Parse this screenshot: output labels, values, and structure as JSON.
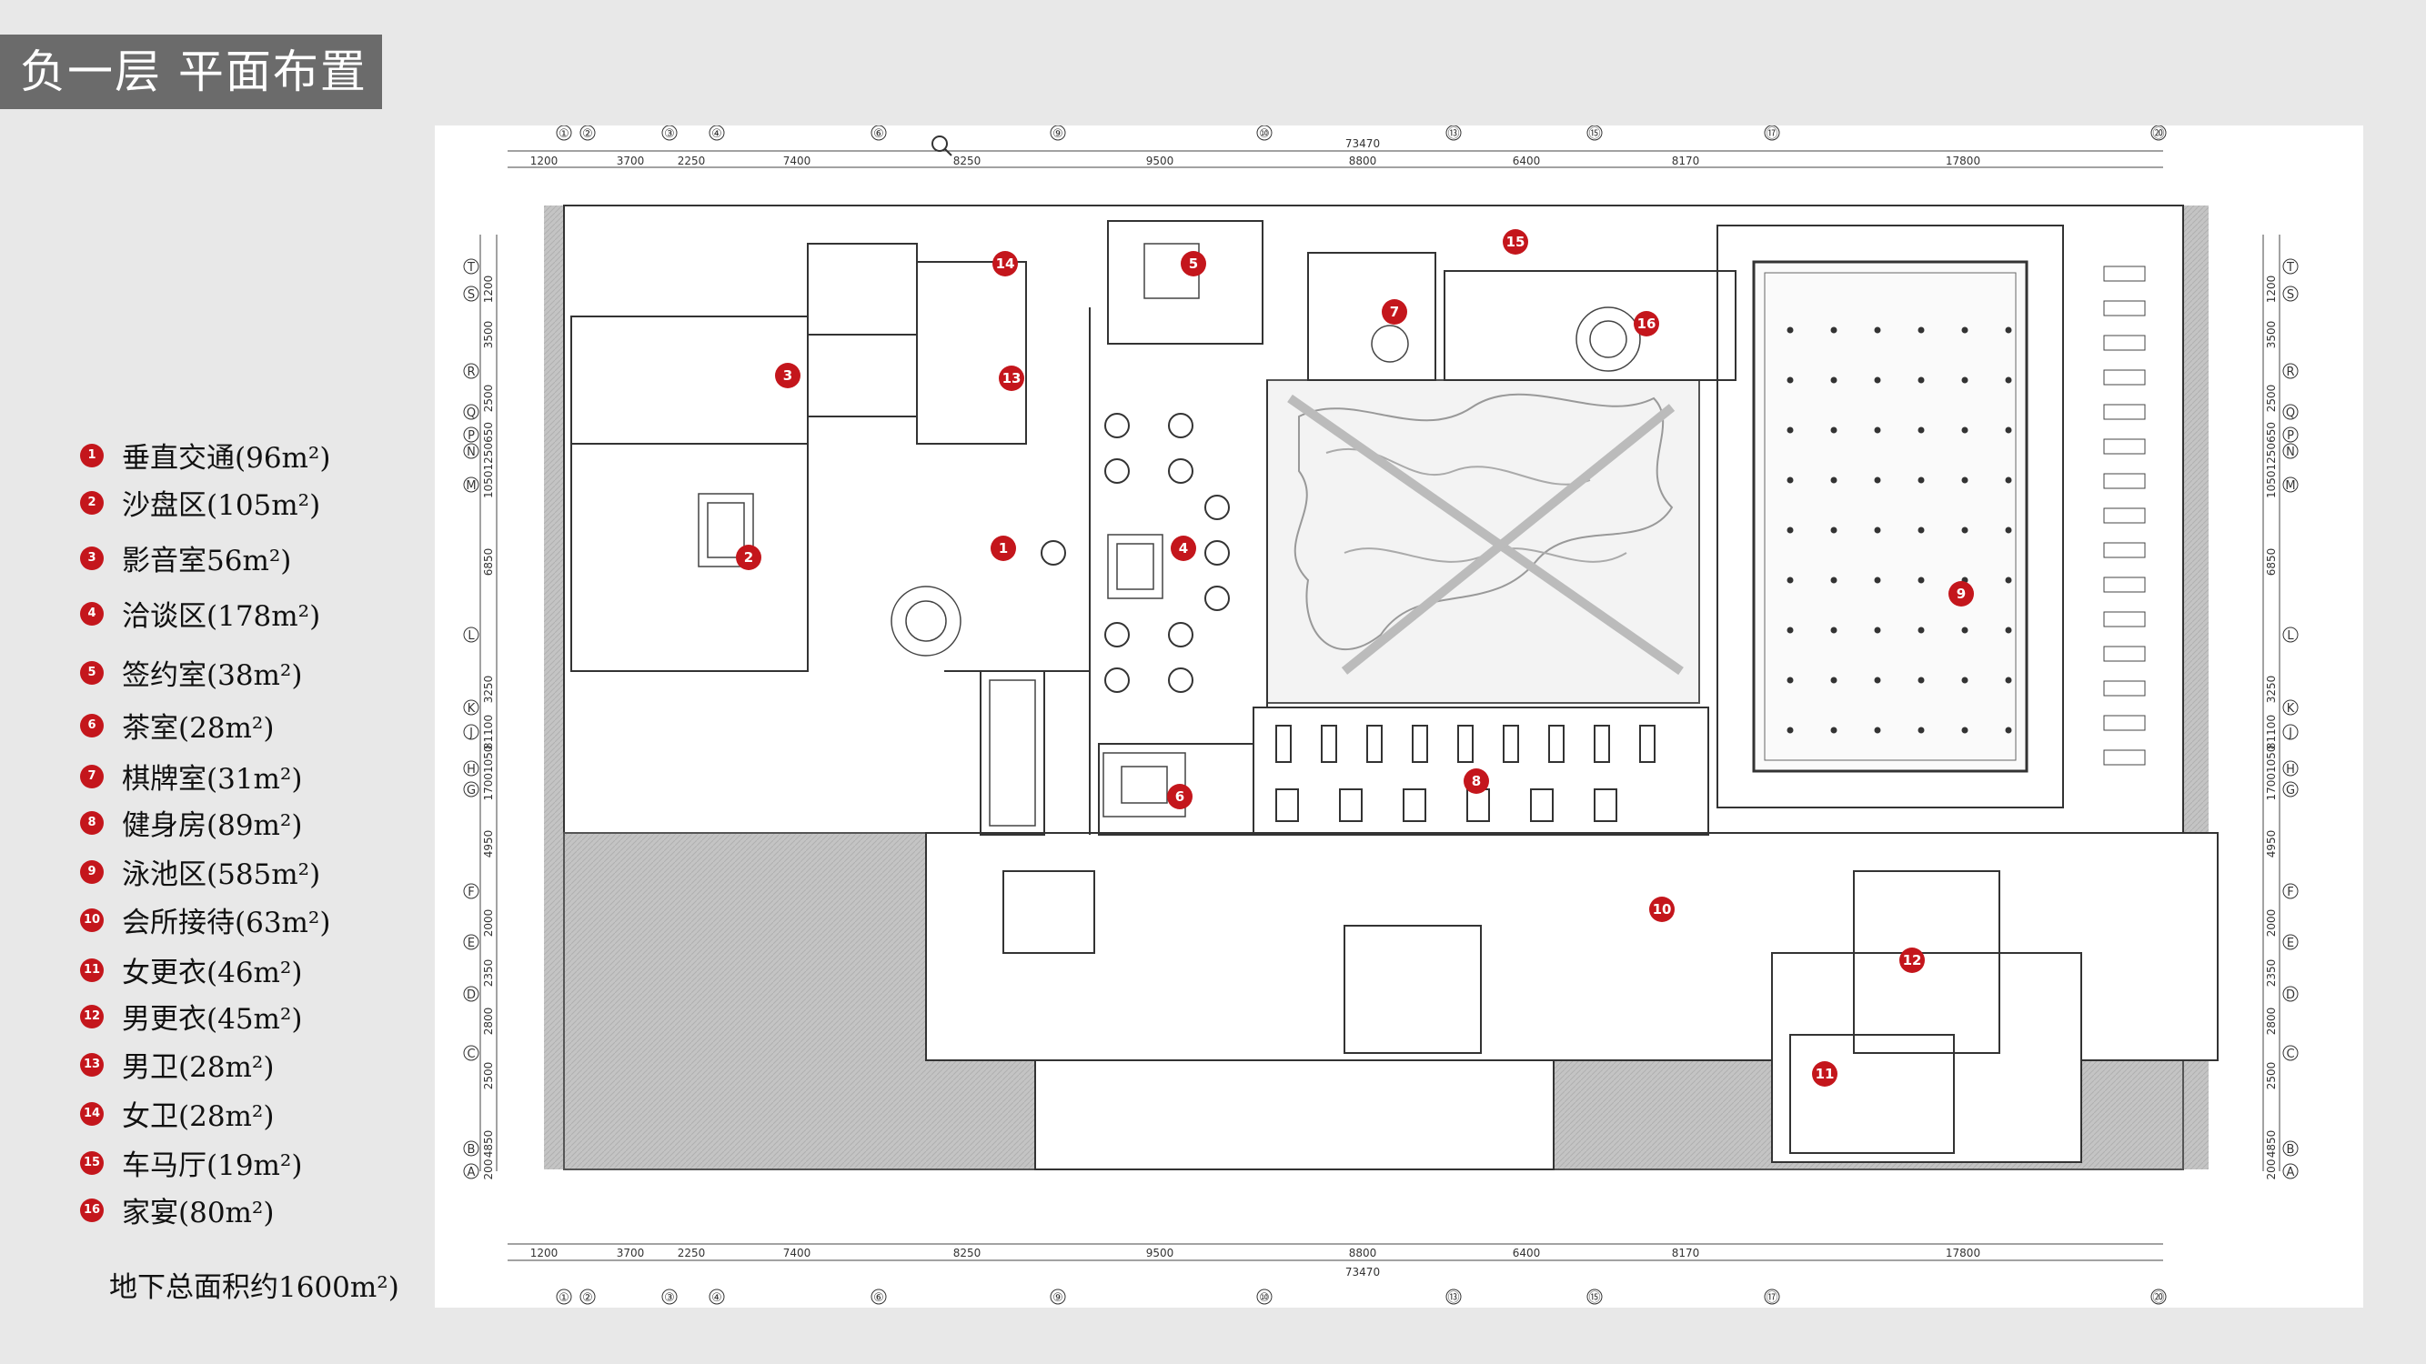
{
  "title": "负一层 平面布置",
  "legend": [
    {
      "num": "1",
      "label": "垂直交通(96m²)"
    },
    {
      "num": "2",
      "label": "沙盘区(105m²)"
    },
    {
      "num": "3",
      "label": "影音室56m²)"
    },
    {
      "num": "4",
      "label": "洽谈区(178m²)"
    },
    {
      "num": "5",
      "label": "签约室(38m²)"
    },
    {
      "num": "6",
      "label": "茶室(28m²)"
    },
    {
      "num": "7",
      "label": "棋牌室(31m²)"
    },
    {
      "num": "8",
      "label": "健身房(89m²)"
    },
    {
      "num": "9",
      "label": "泳池区(585m²)"
    },
    {
      "num": "10",
      "label": "会所接待(63m²)"
    },
    {
      "num": "11",
      "label": "女更衣(46m²)"
    },
    {
      "num": "12",
      "label": "男更衣(45m²)"
    },
    {
      "num": "13",
      "label": "男卫(28m²)"
    },
    {
      "num": "14",
      "label": "女卫(28m²)"
    },
    {
      "num": "15",
      "label": "车马厅(19m²)"
    },
    {
      "num": "16",
      "label": "家宴(80m²)"
    }
  ],
  "total_area": "地下总面积约1600m²)",
  "plan": {
    "total_dimension": "73470",
    "top_dimensions": [
      "1200",
      "3700",
      "2250",
      "7400",
      "8250",
      "9500",
      "8800",
      "6400",
      "8170",
      "17800"
    ],
    "vertical_dimensions": [
      "1200",
      "3500",
      "2500",
      "10501250650",
      "6850",
      "3250",
      "81100",
      "17001050",
      "4950",
      "2000",
      "2350",
      "2800",
      "2500",
      "4850",
      "200"
    ],
    "column_labels": [
      "①",
      "②",
      "③",
      "④",
      "⑥",
      "⑨",
      "⑩",
      "⑬",
      "⑮",
      "⑰",
      "⑳"
    ],
    "row_labels": [
      "T",
      "S",
      "R",
      "Q",
      "P",
      "N",
      "M",
      "L",
      "K",
      "J",
      "H",
      "G",
      "F",
      "E",
      "D",
      "C",
      "B",
      "A"
    ],
    "markers": [
      "1",
      "2",
      "3",
      "4",
      "5",
      "6",
      "7",
      "8",
      "9",
      "10",
      "11",
      "12",
      "13",
      "14",
      "15",
      "16"
    ]
  },
  "colors": {
    "marker": "#c4161c",
    "title_bg": "#6b6b6b",
    "hatch": "#bdbdbd"
  }
}
